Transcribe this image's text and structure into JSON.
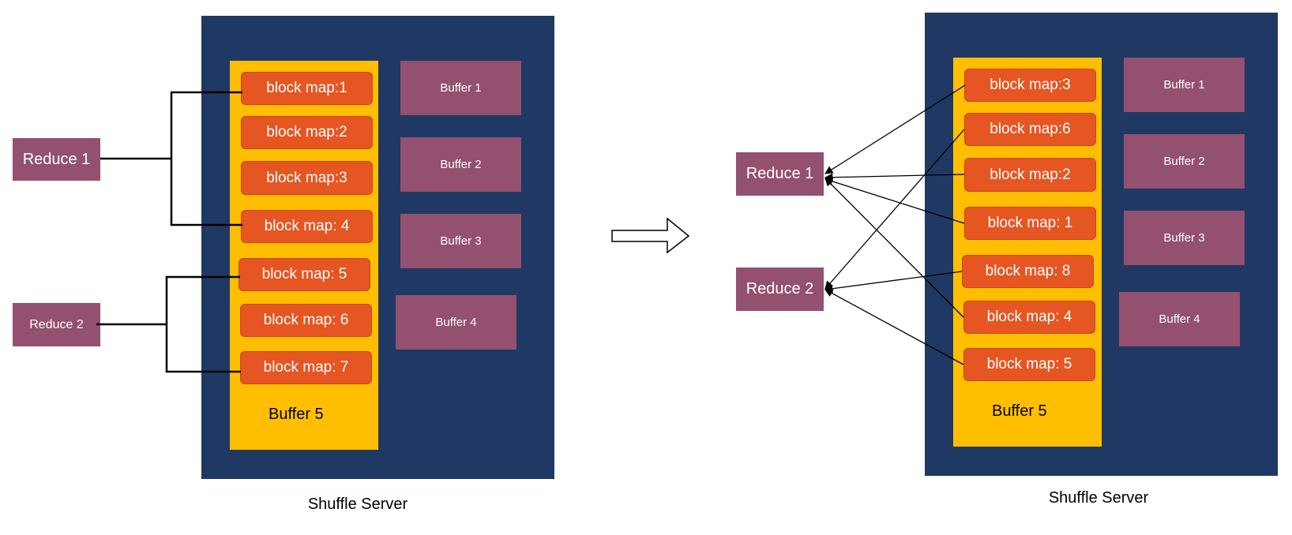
{
  "left": {
    "server_label": "Shuffle Server",
    "buffer5_label": "Buffer 5",
    "blocks": [
      "block map:1",
      "block map:2",
      "block map:3",
      "block map: 4",
      "block map: 5",
      "block map: 6",
      "block map: 7"
    ],
    "buffers": [
      "Buffer 1",
      "Buffer 2",
      "Buffer 3",
      "Buffer 4"
    ],
    "reduce1": "Reduce 1",
    "reduce2": "Reduce 2"
  },
  "right": {
    "server_label": "Shuffle Server",
    "buffer5_label": "Buffer 5",
    "blocks": [
      "block map:3",
      "block map:6",
      "block map:2",
      "block map: 1",
      "block map: 8",
      "block map: 4",
      "block map: 5"
    ],
    "buffers": [
      "Buffer 1",
      "Buffer 2",
      "Buffer 3",
      "Buffer 4"
    ],
    "reduce1": "Reduce 1",
    "reduce2": "Reduce 2"
  },
  "colors": {
    "server": "#203864",
    "buffer5": "#ffbf00",
    "block": "#e55623",
    "buffer": "#93506f"
  }
}
